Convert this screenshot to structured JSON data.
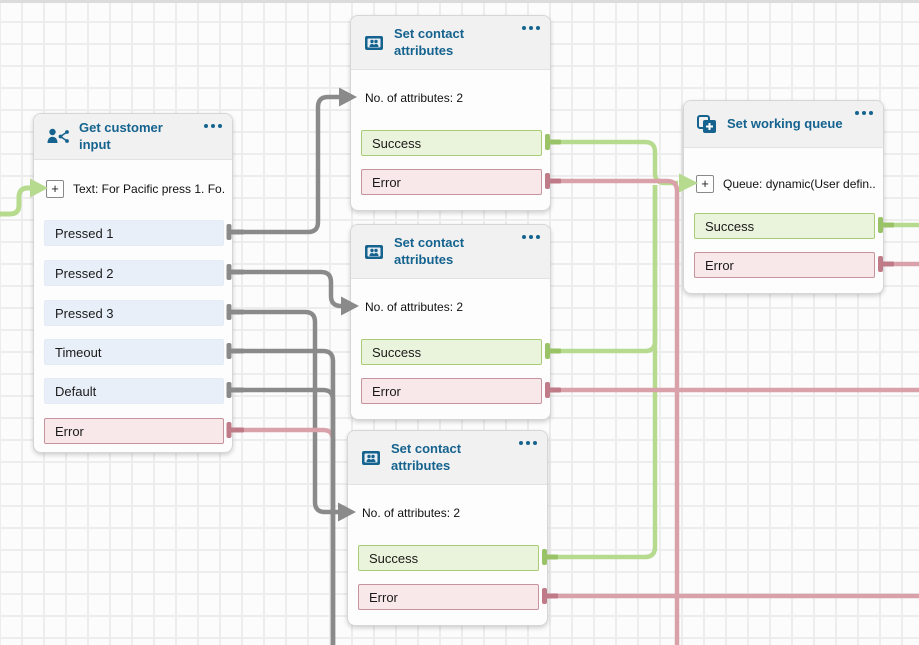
{
  "ui": {
    "plus": "+",
    "menu_icon": "ellipsis-icon"
  },
  "colors": {
    "accent_blue": "#15638e",
    "connector_gray": "#8a8a8a",
    "connector_green": "#b6da8e",
    "connector_pink": "#d9a2ab",
    "success_bg": "#eaf3db",
    "success_border": "#a9cd77",
    "error_bg": "#f8e8e9",
    "error_border": "#c5939b",
    "neutral_bg": "#e8eff8"
  },
  "blocks": [
    {
      "title": "Get customer input",
      "icon": "customer-input-icon",
      "param": "Text: For Pacific press 1. Fo...",
      "outputs": [
        {
          "label": "Pressed 1",
          "type": "neutral"
        },
        {
          "label": "Pressed 2",
          "type": "neutral"
        },
        {
          "label": "Pressed 3",
          "type": "neutral"
        },
        {
          "label": "Timeout",
          "type": "neutral"
        },
        {
          "label": "Default",
          "type": "neutral"
        },
        {
          "label": "Error",
          "type": "error"
        }
      ]
    },
    {
      "title": "Set contact attributes",
      "icon": "contact-attributes-icon",
      "info": "No. of attributes: 2",
      "outputs": [
        {
          "label": "Success",
          "type": "success"
        },
        {
          "label": "Error",
          "type": "error"
        }
      ]
    },
    {
      "title": "Set contact attributes",
      "icon": "contact-attributes-icon",
      "info": "No. of attributes: 2",
      "outputs": [
        {
          "label": "Success",
          "type": "success"
        },
        {
          "label": "Error",
          "type": "error"
        }
      ]
    },
    {
      "title": "Set contact attributes",
      "icon": "contact-attributes-icon",
      "info": "No. of attributes: 2",
      "outputs": [
        {
          "label": "Success",
          "type": "success"
        },
        {
          "label": "Error",
          "type": "error"
        }
      ]
    },
    {
      "title": "Set working queue",
      "icon": "working-queue-icon",
      "param": "Queue: dynamic(User defin...",
      "outputs": [
        {
          "label": "Success",
          "type": "success"
        },
        {
          "label": "Error",
          "type": "error"
        }
      ]
    }
  ]
}
